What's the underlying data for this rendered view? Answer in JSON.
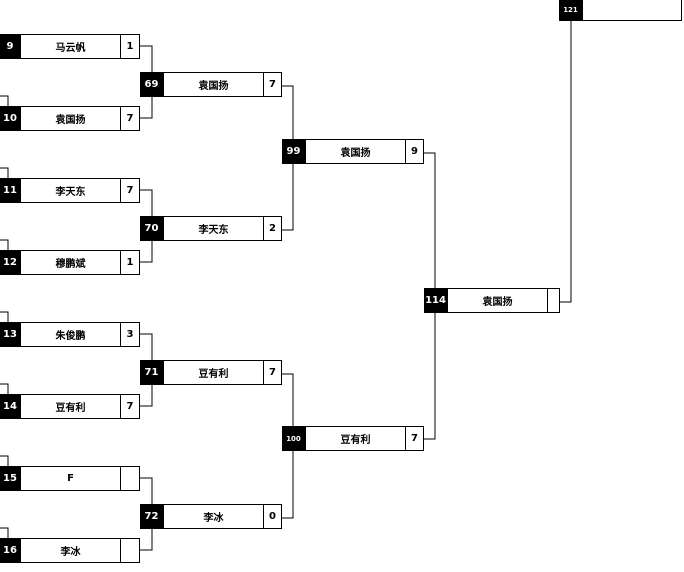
{
  "bracket": {
    "round1": [
      {
        "num": "9",
        "player": "马云帆",
        "score": "1"
      },
      {
        "num": "10",
        "player": "袁国扬",
        "score": "7"
      },
      {
        "num": "11",
        "player": "李天东",
        "score": "7"
      },
      {
        "num": "12",
        "player": "穆鹏斌",
        "score": "1"
      },
      {
        "num": "13",
        "player": "朱俊鹏",
        "score": "3"
      },
      {
        "num": "14",
        "player": "豆有利",
        "score": "7"
      },
      {
        "num": "15",
        "player": "F",
        "score": ""
      },
      {
        "num": "16",
        "player": "李冰",
        "score": ""
      }
    ],
    "round2": [
      {
        "num": "69",
        "player": "袁国扬",
        "score": "7"
      },
      {
        "num": "70",
        "player": "李天东",
        "score": "2"
      },
      {
        "num": "71",
        "player": "豆有利",
        "score": "7"
      },
      {
        "num": "72",
        "player": "李冰",
        "score": "0"
      }
    ],
    "round3": [
      {
        "num": "99",
        "player": "袁国扬",
        "score": "9"
      },
      {
        "num": "100",
        "player": "豆有利",
        "score": "7"
      }
    ],
    "round4": [
      {
        "num": "114",
        "player": "袁国扬",
        "score": ""
      }
    ],
    "round5": [
      {
        "num": "121",
        "player": "",
        "score": ""
      }
    ]
  }
}
